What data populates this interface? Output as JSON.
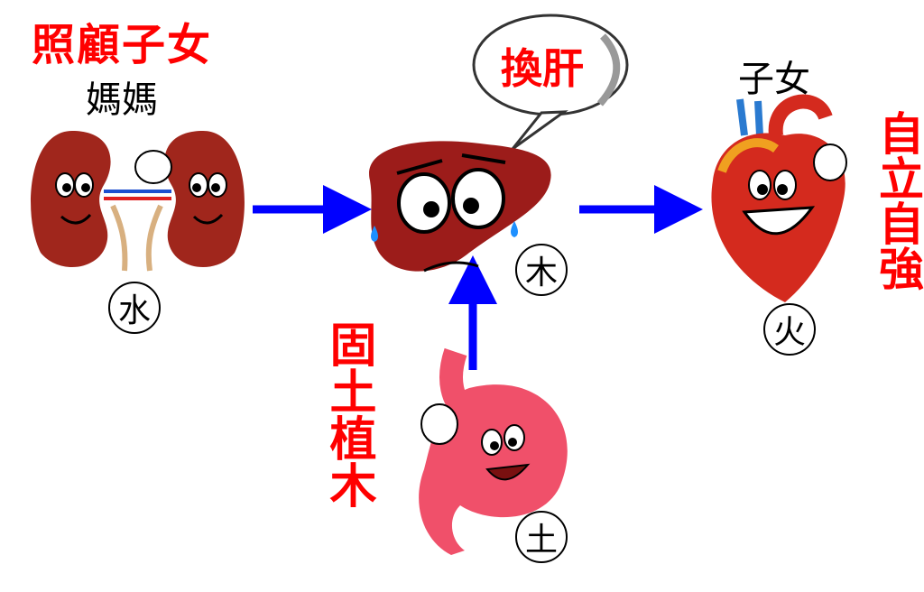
{
  "kidney": {
    "caption": "照顧子女",
    "subcaption": "媽媽",
    "element": "水"
  },
  "liver": {
    "speech": "換肝",
    "element": "木"
  },
  "heart": {
    "caption": "子女",
    "side_caption": "自立自強",
    "element": "火"
  },
  "stomach": {
    "side_caption": "固土植木",
    "element": "土"
  },
  "colors": {
    "caption": "#ff0000",
    "arrow": "#0000ff",
    "kidney": "#a0261c",
    "liver": "#9c1c1a",
    "heart": "#d42a1e",
    "stomach": "#f0506a"
  }
}
